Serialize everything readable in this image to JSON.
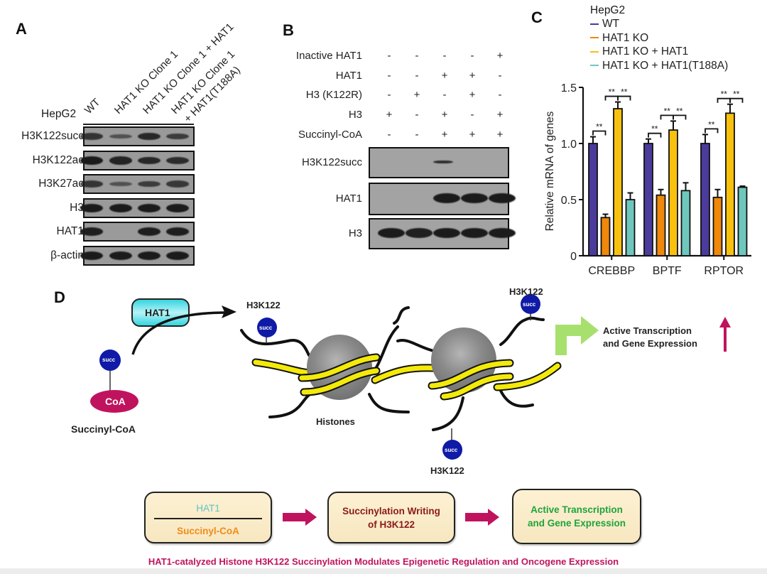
{
  "panels": {
    "A": {
      "letter": "A",
      "cell_line": "HepG2",
      "lanes": [
        "WT",
        "HAT1 KO Clone 1",
        "HAT1 KO Clone 1 + HAT1",
        "HAT1 KO Clone 1",
        "+ HAT1(T188A)"
      ],
      "blots": [
        {
          "label": "H3K122succ",
          "intensities": [
            0.7,
            0.35,
            0.85,
            0.6
          ]
        },
        {
          "label": "H3K122ac",
          "intensities": [
            1.0,
            0.9,
            0.85,
            0.8
          ]
        },
        {
          "label": "H3K27ac",
          "intensities": [
            0.7,
            0.35,
            0.6,
            0.65
          ]
        },
        {
          "label": "H3",
          "intensities": [
            1.0,
            1.0,
            1.0,
            1.0
          ]
        },
        {
          "label": "HAT1",
          "intensities": [
            0.95,
            0.0,
            0.95,
            0.95
          ]
        },
        {
          "label": "β-actin",
          "intensities": [
            1.0,
            1.0,
            1.0,
            1.0
          ]
        }
      ]
    },
    "B": {
      "letter": "B",
      "conditions": [
        {
          "label": "Inactive HAT1",
          "values": [
            "-",
            "-",
            "-",
            "-",
            "+"
          ]
        },
        {
          "label": "HAT1",
          "values": [
            "-",
            "-",
            "+",
            "+",
            "-"
          ]
        },
        {
          "label": "H3 (K122R)",
          "values": [
            "-",
            "+",
            "-",
            "+",
            "-"
          ]
        },
        {
          "label": "H3",
          "values": [
            "+",
            "-",
            "+",
            "-",
            "+"
          ]
        },
        {
          "label": "Succinyl-CoA",
          "values": [
            "-",
            "-",
            "+",
            "+",
            "+"
          ]
        }
      ],
      "blots": [
        {
          "label": "H3K122succ",
          "intensities": [
            0,
            0,
            0.8,
            0,
            0
          ]
        },
        {
          "label": "HAT1",
          "intensities": [
            0,
            0,
            1.0,
            1.0,
            1.0
          ]
        },
        {
          "label": "H3",
          "intensities": [
            1.0,
            0.95,
            1.0,
            1.0,
            1.0
          ]
        }
      ]
    },
    "C": {
      "letter": "C"
    },
    "D": {
      "letter": "D",
      "hat1_label": "HAT1",
      "succ_label": "succ",
      "coa_label": "CoA",
      "succinyl_coa_label": "Succinyl-CoA",
      "site_label": "H3K122",
      "histones_label": "Histones",
      "outcome_line1": "Active Transcription",
      "outcome_line2": "and Gene Expression",
      "flow": [
        {
          "top": "HAT1",
          "bottom": "Succinyl-CoA"
        },
        {
          "line1": "Succinylation Writing",
          "line2": "of H3K122"
        },
        {
          "line1": "Active Transcription",
          "line2": "and Gene Expression"
        }
      ],
      "caption": "HAT1-catalyzed Histone H3K122 Succinylation Modulates Epigenetic Regulation and Oncogene Expression"
    }
  },
  "colors": {
    "wt": "#4b3b9a",
    "ko": "#f0880a",
    "ko_hat1": "#f8c10d",
    "ko_t188a": "#6ec7bd",
    "succ_ball": "#0f1aa6",
    "coa": "#c0135e",
    "hat1_box": "#3fdde6",
    "green_arrow": "#a8e06e",
    "magenta": "#c0135e",
    "dna": "#f4ea0a",
    "histone": "#8a8a8a",
    "flow_hat1": "#5ec3c8",
    "flow_succ": "#f08c1a",
    "flow_mid": "#8b1a1a",
    "flow_green": "#1ea43c",
    "caption": "#c0135e"
  },
  "chart_data": {
    "type": "bar",
    "title": "HepG2",
    "xlabel": "",
    "ylabel": "Relative mRNA of genes",
    "ylim": [
      0,
      1.5
    ],
    "yticks": [
      "0",
      "0.5",
      "1.0",
      "1.5"
    ],
    "ytick_values": [
      0,
      0.5,
      1.0,
      1.5
    ],
    "categories": [
      "CREBBP",
      "BPTF",
      "RPTOR"
    ],
    "legend_position": "top",
    "series": [
      {
        "name": "WT",
        "values": [
          1.0,
          1.0,
          1.0
        ],
        "errors": [
          0.06,
          0.04,
          0.08
        ]
      },
      {
        "name": "HAT1 KO",
        "values": [
          0.34,
          0.54,
          0.52
        ],
        "errors": [
          0.03,
          0.05,
          0.07
        ]
      },
      {
        "name": "HAT1 KO  + HAT1",
        "values": [
          1.31,
          1.12,
          1.27
        ],
        "errors": [
          0.06,
          0.08,
          0.08
        ]
      },
      {
        "name": "HAT1 KO  + HAT1(T188A)",
        "values": [
          0.5,
          0.58,
          0.61
        ],
        "errors": [
          0.06,
          0.07,
          0.01
        ]
      }
    ],
    "significance": [
      {
        "group": "CREBBP",
        "from": 0,
        "to": 1,
        "label": "**"
      },
      {
        "group": "CREBBP",
        "from": 1,
        "to": 2,
        "label": "**"
      },
      {
        "group": "CREBBP",
        "from": 2,
        "to": 3,
        "label": "**"
      },
      {
        "group": "BPTF",
        "from": 0,
        "to": 1,
        "label": "**"
      },
      {
        "group": "BPTF",
        "from": 1,
        "to": 2,
        "label": "**"
      },
      {
        "group": "BPTF",
        "from": 2,
        "to": 3,
        "label": "**"
      },
      {
        "group": "RPTOR",
        "from": 0,
        "to": 1,
        "label": "**"
      },
      {
        "group": "RPTOR",
        "from": 1,
        "to": 2,
        "label": "**"
      },
      {
        "group": "RPTOR",
        "from": 2,
        "to": 3,
        "label": "**"
      }
    ]
  }
}
